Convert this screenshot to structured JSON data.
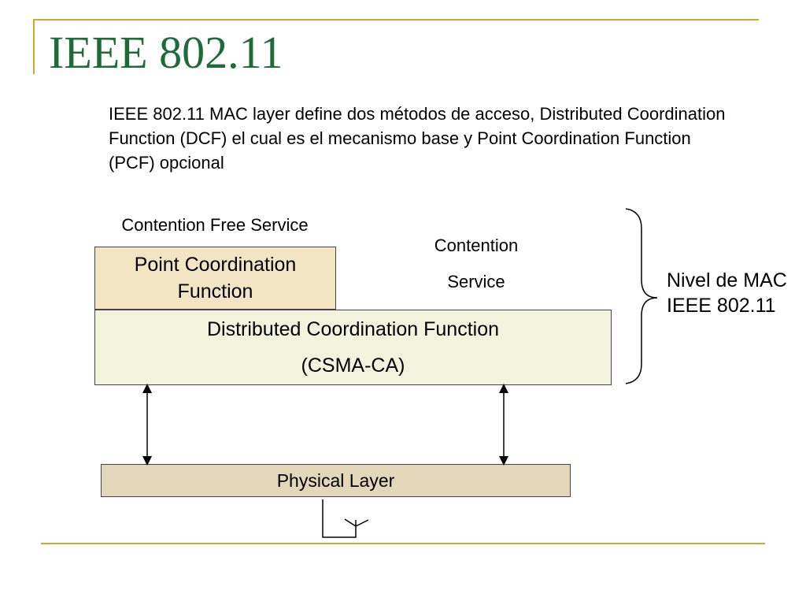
{
  "slide": {
    "title": "IEEE 802.11",
    "intro": "IEEE 802.11 MAC layer define dos  métodos de acceso, Distributed Coordination Function (DCF) el cual es el mecanismo base y Point Coordination Function (PCF) opcional"
  },
  "diagram": {
    "contention_free_label": "Contention Free Service",
    "contention_label_line1": "Contention",
    "contention_label_line2": "Service",
    "pcf_line1": "Point Coordination",
    "pcf_line2": "Function",
    "dcf_line1": "Distributed Coordination Function",
    "dcf_line2": "(CSMA-CA)",
    "physical_layer": "Physical Layer",
    "mac_line1": "Nivel de MAC",
    "mac_line2": "IEEE 802.11"
  },
  "colors": {
    "title": "#1e6b3a",
    "accent_line": "#d4a92a",
    "pcf_fill": "#f3e5c3",
    "dcf_fill": "#f1f3dd",
    "physical_fill": "#e3d6b9"
  }
}
